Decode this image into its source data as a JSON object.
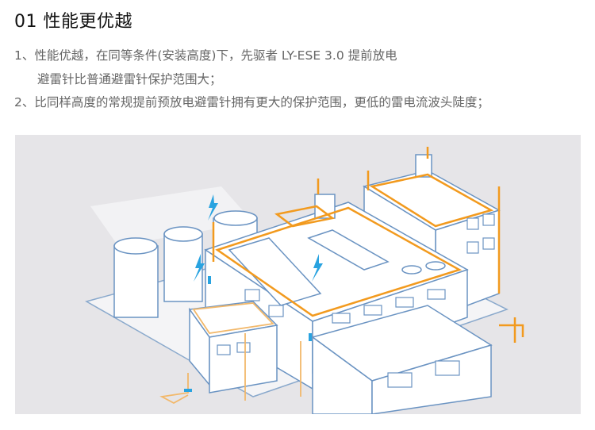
{
  "heading": "01  性能更优越",
  "points": [
    "1、性能优越，在同等条件(安装高度)下，先驱者 LY-ESE 3.0 提前放电",
    "避雷针比普通避雷针保护范围大；",
    "2、比同样高度的常规提前预放电避雷针拥有更大的保护范围，更低的雷电流波头陡度；"
  ],
  "colors": {
    "accent": "#f29a1e",
    "building": "#6a93c2",
    "bolt": "#29a3e0",
    "background": "#e6e5e8"
  }
}
